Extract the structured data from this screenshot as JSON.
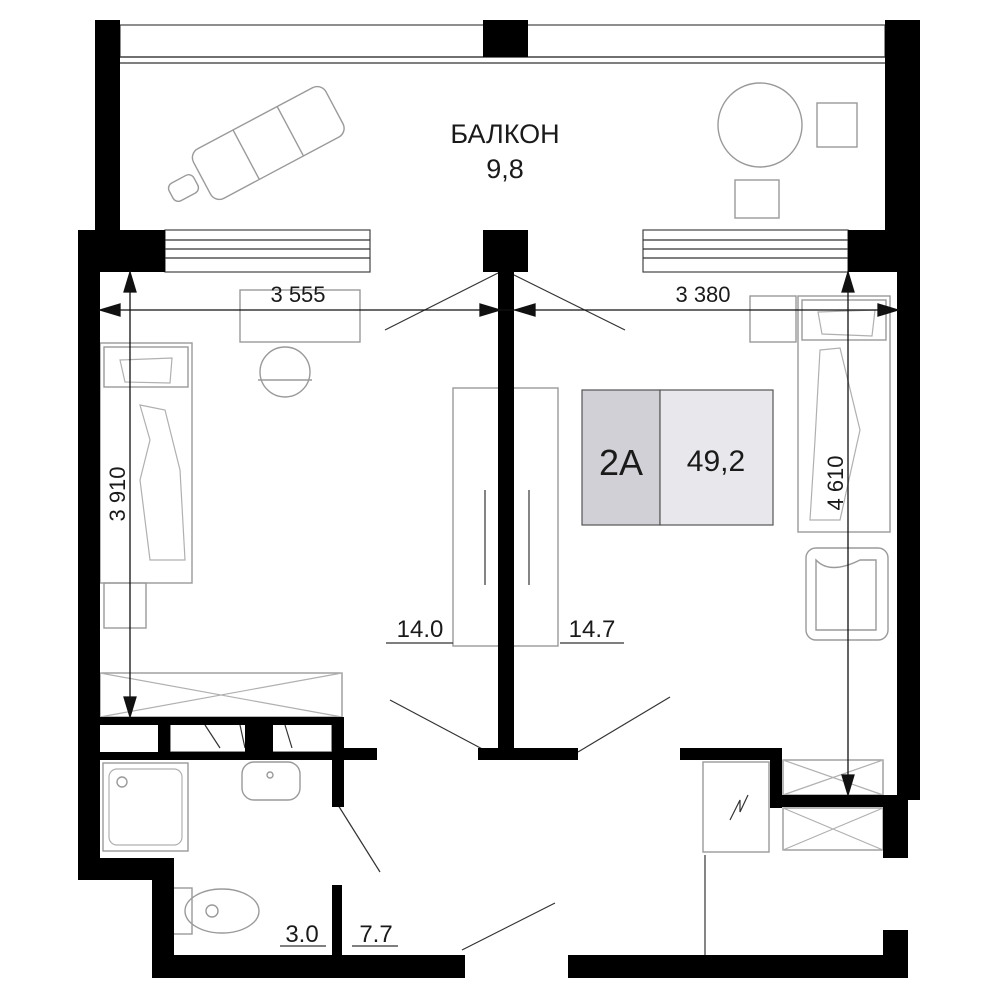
{
  "balcony": {
    "name": "БАЛКОН",
    "area": "9,8"
  },
  "apartment": {
    "type": "2А",
    "total_area": "49,2",
    "badge_colors": {
      "type_bg": "#d0d0d6",
      "area_bg": "#e8e8ec",
      "border": "#555555"
    }
  },
  "rooms": {
    "bedroom_area": "14.0",
    "living_area": "14.7",
    "bathroom_area": "3.0",
    "hall_area": "7.7"
  },
  "dimensions": {
    "bedroom_width": "3 555",
    "living_width": "3 380",
    "bedroom_depth": "3 910",
    "living_depth": "4 610"
  },
  "colors": {
    "wall": "#000000",
    "line": "#333333",
    "furniture": "#9a9a9a"
  }
}
